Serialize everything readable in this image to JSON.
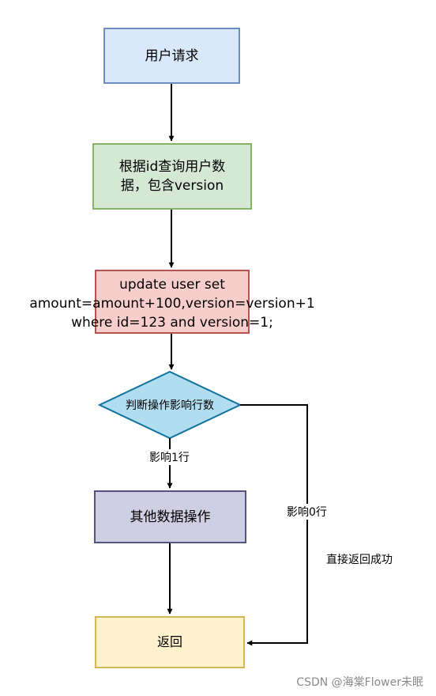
{
  "nodes": {
    "request": "用户请求",
    "query": "根据id查询用户数据，包含version",
    "update": "update user set\namount=amount+100,version=version+1\nwhere id=123 and version=1;",
    "decision": "判断操作影响行数",
    "other": "其他数据操作",
    "return": "返回"
  },
  "edges": {
    "affect_one": "影响1行",
    "affect_zero": "影响0行",
    "direct_success": "直接返回成功"
  },
  "watermark": "CSDN @海棠Flower未眠",
  "colors": {
    "request_fill": "#dae8fc",
    "request_stroke": "#6c8ebf",
    "query_fill": "#d5e8d4",
    "query_stroke": "#82b366",
    "update_fill": "#f8cecc",
    "update_stroke": "#b85450",
    "decision_fill": "#b1ddf0",
    "decision_stroke": "#10739e",
    "other_fill": "#d0cee2",
    "other_stroke": "#56517e",
    "return_fill": "#fff2cc",
    "return_stroke": "#d6b656"
  }
}
